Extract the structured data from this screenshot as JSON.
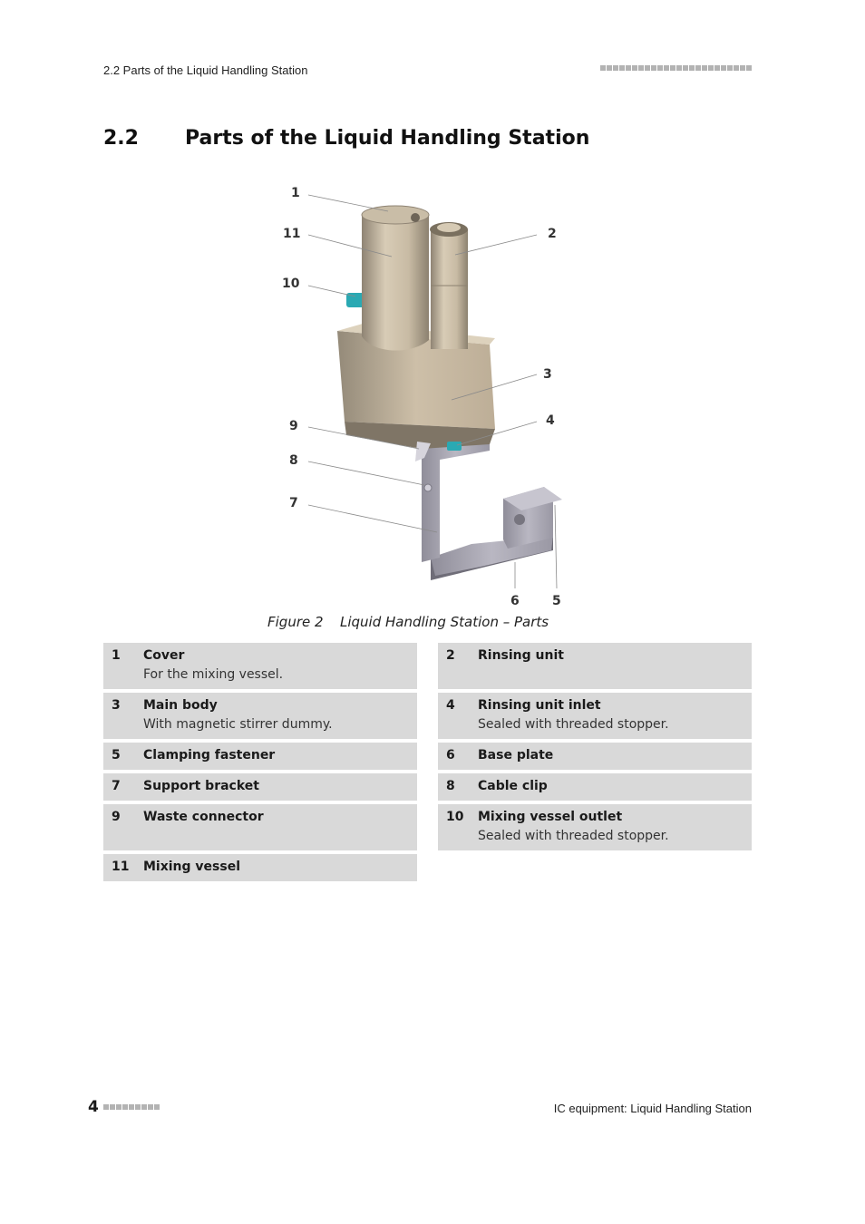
{
  "header": {
    "section_ref": "2.2 Parts of the Liquid Handling Station"
  },
  "section": {
    "number": "2.2",
    "title": "Parts of the Liquid Handling Station"
  },
  "figure": {
    "callouts": [
      "1",
      "11",
      "10",
      "2",
      "3",
      "9",
      "4",
      "8",
      "7",
      "6",
      "5"
    ],
    "caption_label": "Figure 2",
    "caption_text": "Liquid Handling Station – Parts"
  },
  "legend": [
    {
      "num": "1",
      "title": "Cover",
      "desc": "For the mixing vessel."
    },
    {
      "num": "2",
      "title": "Rinsing unit",
      "desc": ""
    },
    {
      "num": "3",
      "title": "Main body",
      "desc": "With magnetic stirrer dummy."
    },
    {
      "num": "4",
      "title": "Rinsing unit inlet",
      "desc": "Sealed with threaded stopper."
    },
    {
      "num": "5",
      "title": "Clamping fastener",
      "desc": ""
    },
    {
      "num": "6",
      "title": "Base plate",
      "desc": ""
    },
    {
      "num": "7",
      "title": "Support bracket",
      "desc": ""
    },
    {
      "num": "8",
      "title": "Cable clip",
      "desc": ""
    },
    {
      "num": "9",
      "title": "Waste connector",
      "desc": ""
    },
    {
      "num": "10",
      "title": "Mixing vessel outlet",
      "desc": "Sealed with threaded stopper."
    },
    {
      "num": "11",
      "title": "Mixing vessel",
      "desc": ""
    }
  ],
  "footer": {
    "page_number": "4",
    "document_title": "IC equipment: Liquid Handling Station"
  },
  "colors": {
    "body_beige": "#c9bca6",
    "bracket_gray": "#a9a7b3",
    "connector_teal": "#2aa9b3",
    "legend_bg": "#d9d9d9",
    "dots_gray": "#b3b3b3"
  }
}
